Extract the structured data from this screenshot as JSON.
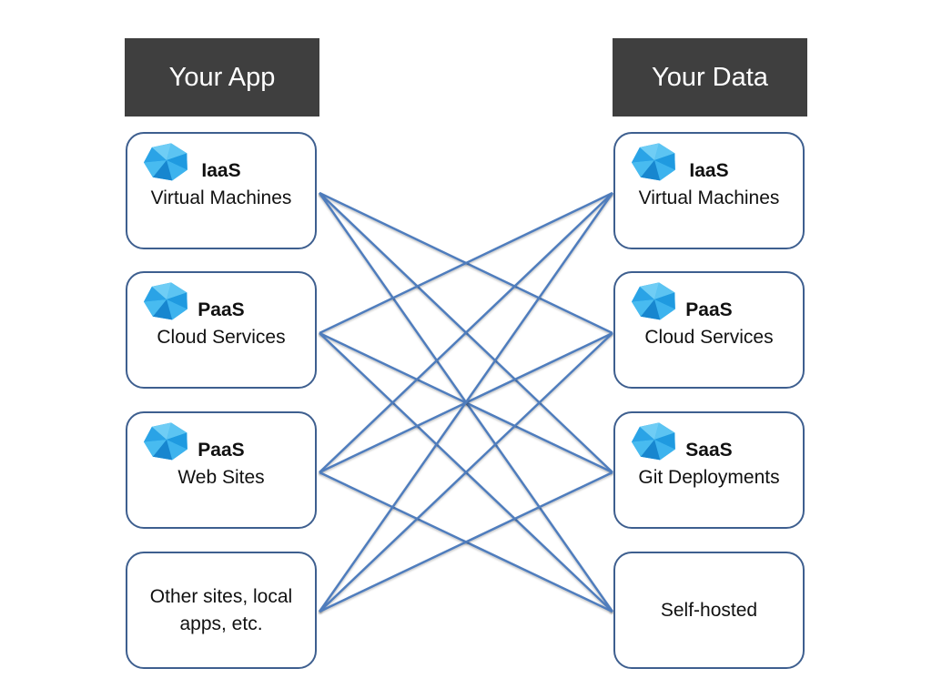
{
  "colors": {
    "header_bg": "#3f3f3f",
    "box_border": "#3e5f8f",
    "link_line": "#4f7dbd",
    "icon": "#29a8e8"
  },
  "headers": {
    "left": "Your App",
    "right": "Your Data"
  },
  "app_nodes": [
    {
      "tier": "IaaS",
      "label": "Virtual Machines",
      "icon": "azure-polygon-icon"
    },
    {
      "tier": "PaaS",
      "label": "Cloud Services",
      "icon": "azure-polygon-icon"
    },
    {
      "tier": "PaaS",
      "label": "Web Sites",
      "icon": "azure-polygon-icon"
    },
    {
      "tier": "",
      "label": "Other sites, local apps, etc.",
      "icon": ""
    }
  ],
  "data_nodes": [
    {
      "tier": "IaaS",
      "label": "Virtual Machines",
      "icon": "azure-polygon-icon"
    },
    {
      "tier": "PaaS",
      "label": "Cloud Services",
      "icon": "azure-polygon-icon"
    },
    {
      "tier": "SaaS",
      "label": "Git Deployments",
      "icon": "azure-polygon-icon"
    },
    {
      "tier": "",
      "label": "Self-hosted",
      "icon": ""
    }
  ],
  "connections": "every app node connects to every data node"
}
